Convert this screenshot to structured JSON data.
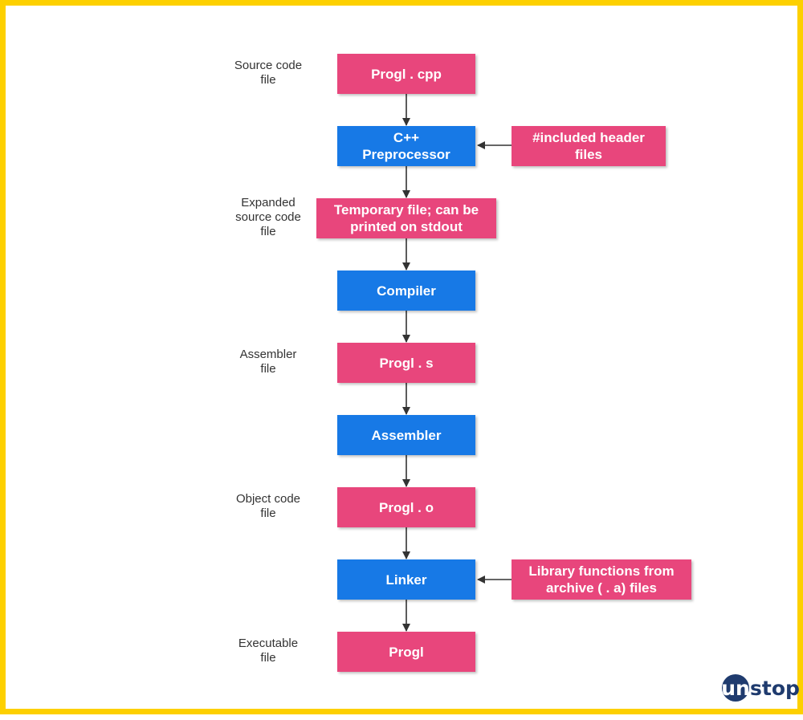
{
  "nodes": {
    "source_file": "Progl . cpp",
    "preprocessor": "C++\nPreprocessor",
    "header_files": "#included header\nfiles",
    "temp_file": "Temporary file;  can be\nprinted on stdout",
    "compiler": "Compiler",
    "assembler_file": "Progl . s",
    "assembler": "Assembler",
    "object_file": "Progl . o",
    "linker": "Linker",
    "library_files": "Library functions from\narchive ( . a) files",
    "executable": "Progl"
  },
  "labels": {
    "source": "Source code\nfile",
    "expanded": "Expanded\nsource code\nfile",
    "assembler": "Assembler\nfile",
    "object": "Object code\nfile",
    "executable": "Executable\nfile"
  },
  "logo": {
    "circle": "un",
    "rest": "stop"
  },
  "colors": {
    "border": "#fdd000",
    "file_box": "#e8467c",
    "process_box": "#1779e6",
    "arrow": "#333333",
    "logo": "#1f3b6e"
  }
}
